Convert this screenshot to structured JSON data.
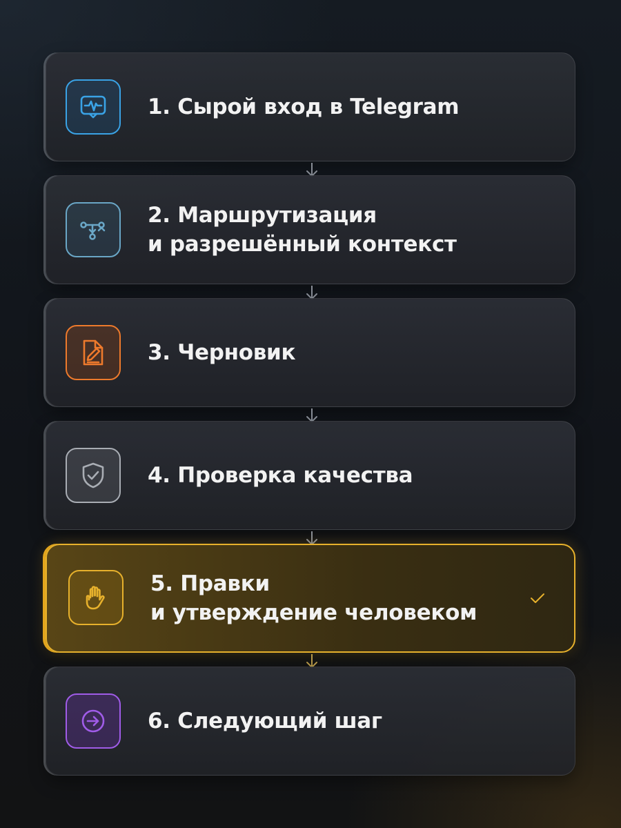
{
  "steps": [
    {
      "label": "1. Сырой вход в Telegram",
      "icon": "activity-monitor-icon",
      "color": "#3aa3e6"
    },
    {
      "label": "2. Маршрутизация\nи разрешённый контекст",
      "icon": "route-icon",
      "color": "#6aa7c7"
    },
    {
      "label": "3. Черновик",
      "icon": "draft-edit-icon",
      "color": "#ee7a2c"
    },
    {
      "label": "4. Проверка качества",
      "icon": "shield-check-icon",
      "color": "#a9adb4"
    },
    {
      "label": "5. Правки\nи утверждение человеком",
      "icon": "hand-icon",
      "color": "#e7b12c",
      "active": true
    },
    {
      "label": "6. Следующий шаг",
      "icon": "arrow-right-circle-icon",
      "color": "#a05ce8"
    }
  ],
  "colors": {
    "accent": "#e7b12c",
    "arrow": "#8a8f98"
  }
}
